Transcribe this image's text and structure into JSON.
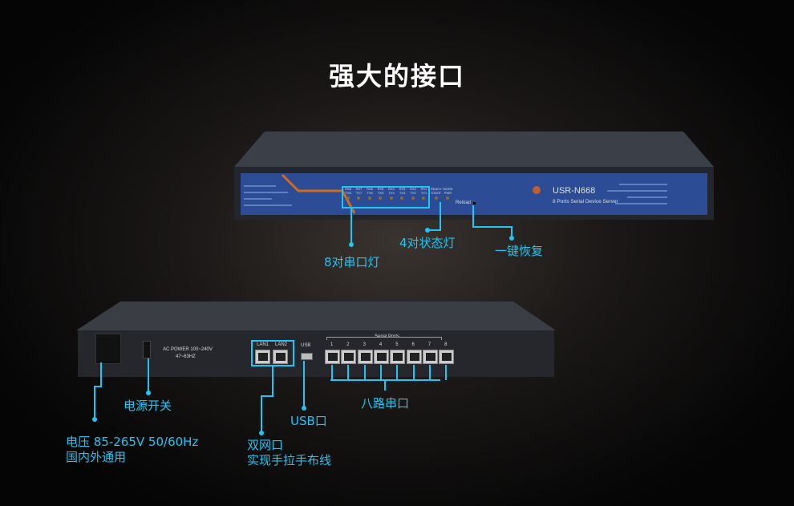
{
  "title": "强大的接口",
  "front": {
    "model": "USR-N668",
    "subtitle": "8 Ports Serial Device Server",
    "reload": "Reload",
    "led_labels": [
      "RX8 TX8",
      "RX7 TX7",
      "RX6 TX6",
      "RX5 TX5",
      "RX4 TX4",
      "RX3 TX3",
      "RX2 TX2",
      "RX1 TX1"
    ],
    "status_labels": [
      "READY STATE",
      "WORK PWR"
    ],
    "callouts": {
      "serial_leds": "8对串口灯",
      "status_leds": "4对状态灯",
      "reset": "一键恢复"
    }
  },
  "rear": {
    "ac_power": "AC POWER 100~240V",
    "freq": "47~63HZ",
    "lan1": "LAN1",
    "lan2": "LAN2",
    "usb": "USB",
    "serial_ports": "Serial Ports",
    "port_numbers": [
      "1",
      "2",
      "3",
      "4",
      "5",
      "6",
      "7",
      "8"
    ],
    "callouts": {
      "power_switch": "电源开关",
      "voltage": "电压 85-265V 50/60Hz",
      "voltage2": "国内外通用",
      "usb": "USB口",
      "lan": "双网口",
      "lan2": "实现手拉手布线",
      "serial": "八路串口"
    }
  },
  "colors": {
    "accent": "#22c4f2",
    "panel": "#2c4d96"
  }
}
